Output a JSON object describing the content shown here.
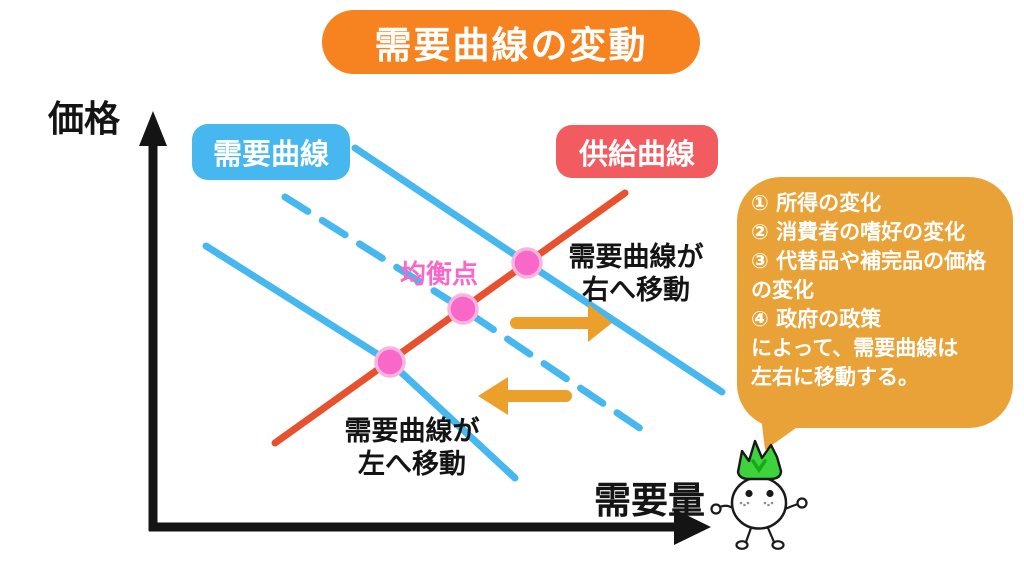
{
  "title": {
    "text": "需要曲線の変動"
  },
  "axes": {
    "y_label": "価格",
    "x_label": "需要量"
  },
  "labels": {
    "demand_curve": "需要曲線",
    "supply_curve": "供給曲線",
    "equilibrium": "均衡点",
    "shift_right_line1": "需要曲線が",
    "shift_right_line2": "右へ移動",
    "shift_left_line1": "需要曲線が",
    "shift_left_line2": "左へ移動"
  },
  "bubble": {
    "lines": [
      "① 所得の変化",
      "② 消費者の嗜好の変化",
      "③ 代替品や補完品の価格",
      "の変化",
      "④ 政府の政策",
      "によって、需要曲線は",
      "左右に移動する。"
    ]
  },
  "colors": {
    "title_orange": "#F6831F",
    "bubble_orange": "#E9A237",
    "arrow_orange": "#EBA02B",
    "curve_blue": "#47B8EF",
    "supply_tag_red": "#F25B60",
    "supply_curve_red": "#E8512E",
    "equilibrium_pink": "#F967C8",
    "equilibrium_ring_pink": "#F9B4E0",
    "leaf_green": "#3CD33C",
    "text_black": "#141414",
    "text_white": "#FFFFFF"
  }
}
